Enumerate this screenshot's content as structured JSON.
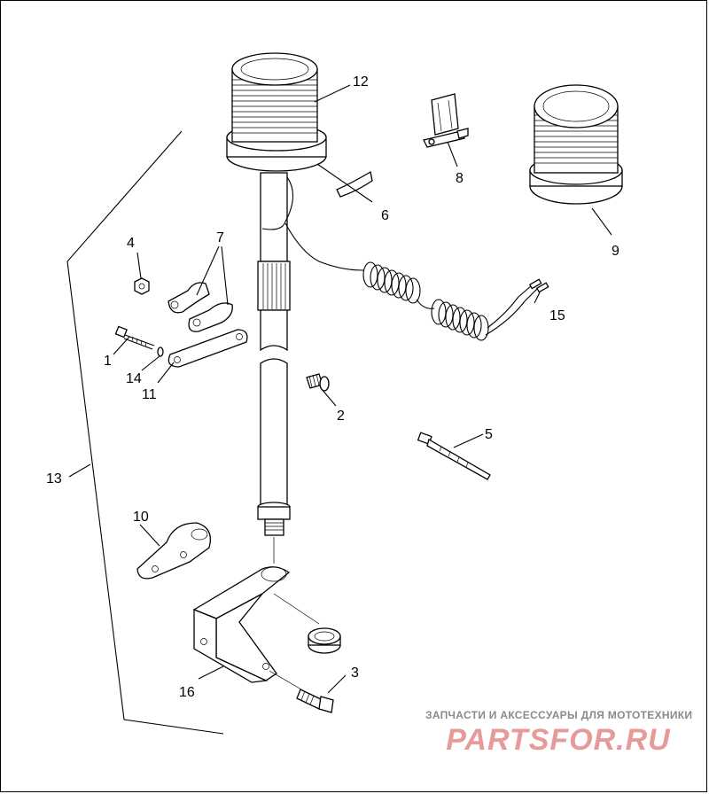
{
  "callouts": {
    "c1": "1",
    "c2": "2",
    "c3": "3",
    "c4": "4",
    "c5": "5",
    "c6": "6",
    "c7": "7",
    "c8": "8",
    "c9": "9",
    "c10": "10",
    "c11": "11",
    "c12": "12",
    "c13": "13",
    "c14": "14",
    "c15": "15",
    "c16": "16"
  },
  "watermark": {
    "tagline": "ЗАПЧАСТИ И АКСЕССУАРЫ ДЛЯ МОТОТЕХНИКИ",
    "brand": "PARTSFOR.RU"
  }
}
